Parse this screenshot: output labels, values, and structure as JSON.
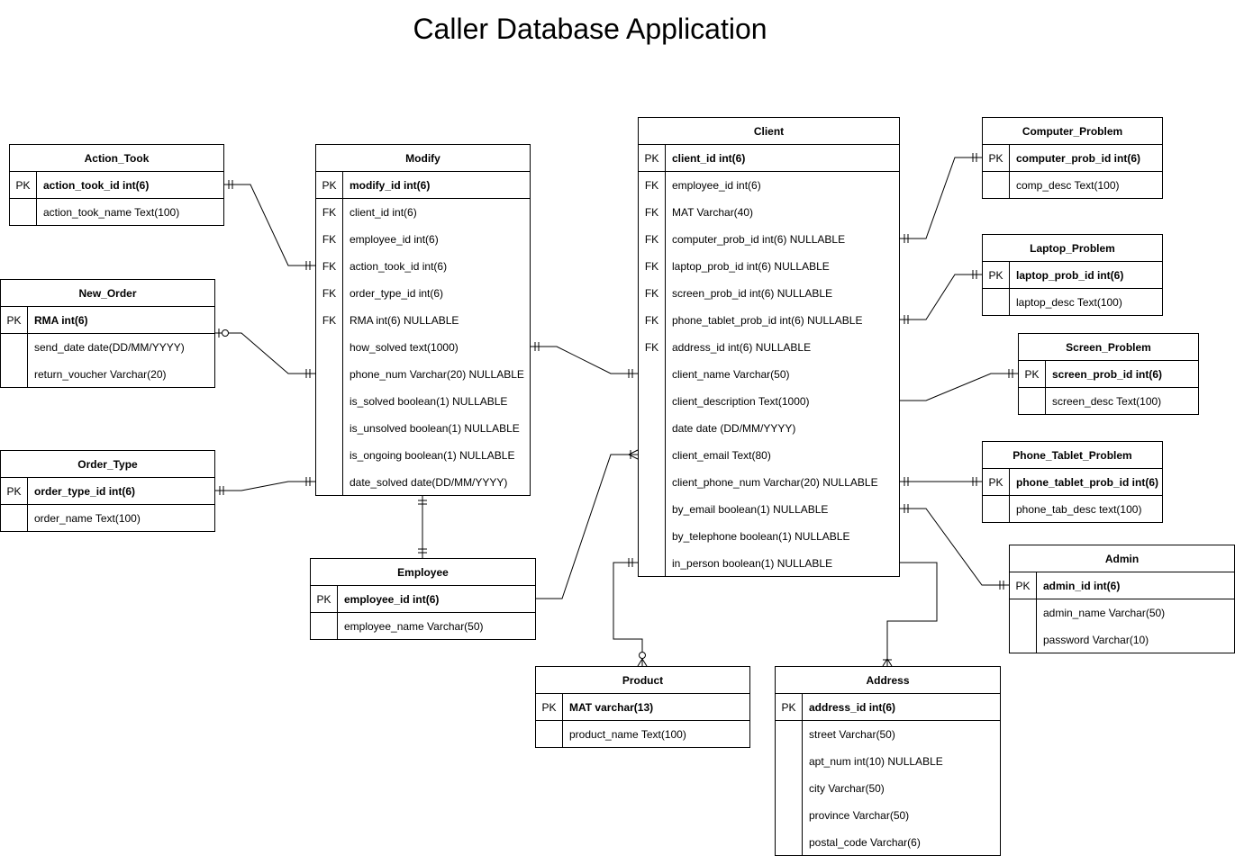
{
  "title": "Caller Database Application",
  "entities": {
    "action_took": {
      "name": "Action_Took",
      "rows": [
        {
          "key": "PK",
          "text": "action_took_id int(6)"
        },
        {
          "key": "",
          "text": "action_took_name Text(100)"
        }
      ]
    },
    "new_order": {
      "name": "New_Order",
      "rows": [
        {
          "key": "PK",
          "text": "RMA int(6)"
        },
        {
          "key": "",
          "text": "send_date date(DD/MM/YYYY)"
        },
        {
          "key": "",
          "text": "return_voucher Varchar(20)"
        }
      ]
    },
    "order_type": {
      "name": "Order_Type",
      "rows": [
        {
          "key": "PK",
          "text": "order_type_id int(6)"
        },
        {
          "key": "",
          "text": "order_name Text(100)"
        }
      ]
    },
    "modify": {
      "name": "Modify",
      "rows": [
        {
          "key": "PK",
          "text": "modify_id int(6)"
        },
        {
          "key": "FK",
          "text": "client_id int(6)"
        },
        {
          "key": "FK",
          "text": "employee_id int(6)"
        },
        {
          "key": "FK",
          "text": "action_took_id int(6)"
        },
        {
          "key": "FK",
          "text": "order_type_id int(6)"
        },
        {
          "key": "FK",
          "text": "RMA int(6) NULLABLE"
        },
        {
          "key": "",
          "text": "how_solved text(1000)"
        },
        {
          "key": "",
          "text": "phone_num Varchar(20) NULLABLE"
        },
        {
          "key": "",
          "text": "is_solved boolean(1) NULLABLE"
        },
        {
          "key": "",
          "text": "is_unsolved boolean(1) NULLABLE"
        },
        {
          "key": "",
          "text": "is_ongoing boolean(1) NULLABLE"
        },
        {
          "key": "",
          "text": "date_solved date(DD/MM/YYYY)"
        }
      ]
    },
    "employee": {
      "name": "Employee",
      "rows": [
        {
          "key": "PK",
          "text": "employee_id int(6)"
        },
        {
          "key": "",
          "text": "employee_name Varchar(50)"
        }
      ]
    },
    "client": {
      "name": "Client",
      "rows": [
        {
          "key": "PK",
          "text": "client_id int(6)"
        },
        {
          "key": "FK",
          "text": "employee_id int(6)"
        },
        {
          "key": "FK",
          "text": "MAT Varchar(40)"
        },
        {
          "key": "FK",
          "text": "computer_prob_id int(6) NULLABLE"
        },
        {
          "key": "FK",
          "text": "laptop_prob_id int(6) NULLABLE"
        },
        {
          "key": "FK",
          "text": "screen_prob_id int(6) NULLABLE"
        },
        {
          "key": "FK",
          "text": "phone_tablet_prob_id int(6) NULLABLE"
        },
        {
          "key": "FK",
          "text": "address_id int(6) NULLABLE"
        },
        {
          "key": "",
          "text": "client_name Varchar(50)"
        },
        {
          "key": "",
          "text": "client_description Text(1000)"
        },
        {
          "key": "",
          "text": "date date (DD/MM/YYYY)"
        },
        {
          "key": "",
          "text": "client_email Text(80)"
        },
        {
          "key": "",
          "text": "client_phone_num Varchar(20) NULLABLE"
        },
        {
          "key": "",
          "text": "by_email boolean(1) NULLABLE"
        },
        {
          "key": "",
          "text": "by_telephone boolean(1) NULLABLE"
        },
        {
          "key": "",
          "text": "in_person boolean(1) NULLABLE"
        }
      ]
    },
    "product": {
      "name": "Product",
      "rows": [
        {
          "key": "PK",
          "text": "MAT varchar(13)"
        },
        {
          "key": "",
          "text": "product_name Text(100)"
        }
      ]
    },
    "address": {
      "name": "Address",
      "rows": [
        {
          "key": "PK",
          "text": "address_id int(6)"
        },
        {
          "key": "",
          "text": "street Varchar(50)"
        },
        {
          "key": "",
          "text": "apt_num int(10) NULLABLE"
        },
        {
          "key": "",
          "text": "city Varchar(50)"
        },
        {
          "key": "",
          "text": "province Varchar(50)"
        },
        {
          "key": "",
          "text": "postal_code Varchar(6)"
        }
      ]
    },
    "computer_problem": {
      "name": "Computer_Problem",
      "rows": [
        {
          "key": "PK",
          "text": "computer_prob_id int(6)"
        },
        {
          "key": "",
          "text": "comp_desc Text(100)"
        }
      ]
    },
    "laptop_problem": {
      "name": "Laptop_Problem",
      "rows": [
        {
          "key": "PK",
          "text": "laptop_prob_id int(6)"
        },
        {
          "key": "",
          "text": "laptop_desc Text(100)"
        }
      ]
    },
    "screen_problem": {
      "name": "Screen_Problem",
      "rows": [
        {
          "key": "PK",
          "text": "screen_prob_id int(6)"
        },
        {
          "key": "",
          "text": "screen_desc Text(100)"
        }
      ]
    },
    "phone_tablet_problem": {
      "name": "Phone_Tablet_Problem",
      "rows": [
        {
          "key": "PK",
          "text": "phone_tablet_prob_id int(6)"
        },
        {
          "key": "",
          "text": "phone_tab_desc text(100)"
        }
      ]
    },
    "admin": {
      "name": "Admin",
      "rows": [
        {
          "key": "PK",
          "text": "admin_id int(6)"
        },
        {
          "key": "",
          "text": "admin_name Varchar(50)"
        },
        {
          "key": "",
          "text": "password Varchar(10)"
        }
      ]
    }
  }
}
